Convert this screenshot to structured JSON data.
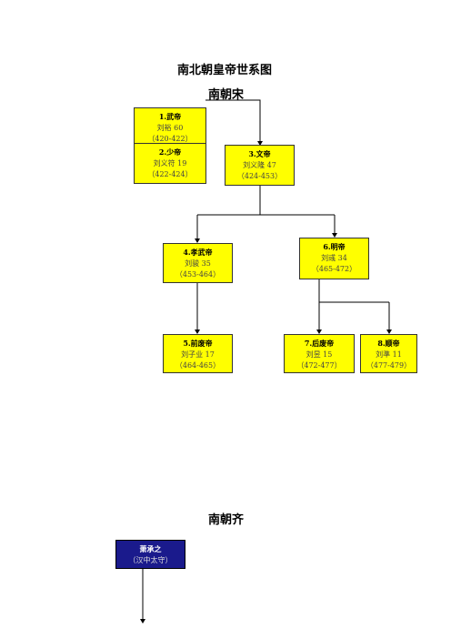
{
  "page_title": "南北朝皇帝世系图",
  "sections": {
    "song": {
      "title": "南朝宋",
      "emperors": [
        {
          "name": "1.武帝",
          "person": "刘裕 60",
          "years": "（420-422）"
        },
        {
          "name": "2.少帝",
          "person": "刘义符 19",
          "years": "（422-424）"
        },
        {
          "name": "3.文帝",
          "person": "刘义隆 47",
          "years": "（424-453）"
        },
        {
          "name": "4.孝武帝",
          "person": "刘骏 35",
          "years": "（453-464）"
        },
        {
          "name": "5.前废帝",
          "person": "刘子业 17",
          "years": "（464-465）"
        },
        {
          "name": "6.明帝",
          "person": "刘彧 34",
          "years": "（465-472）"
        },
        {
          "name": "7.后废帝",
          "person": "刘昱 15",
          "years": "（472-477）"
        },
        {
          "name": "8.顺帝",
          "person": "刘準 11",
          "years": "（477-479）"
        }
      ]
    },
    "qi": {
      "title": "南朝齐",
      "ancestor": {
        "name": "萧承之",
        "note": "（汉中太守）"
      }
    }
  }
}
